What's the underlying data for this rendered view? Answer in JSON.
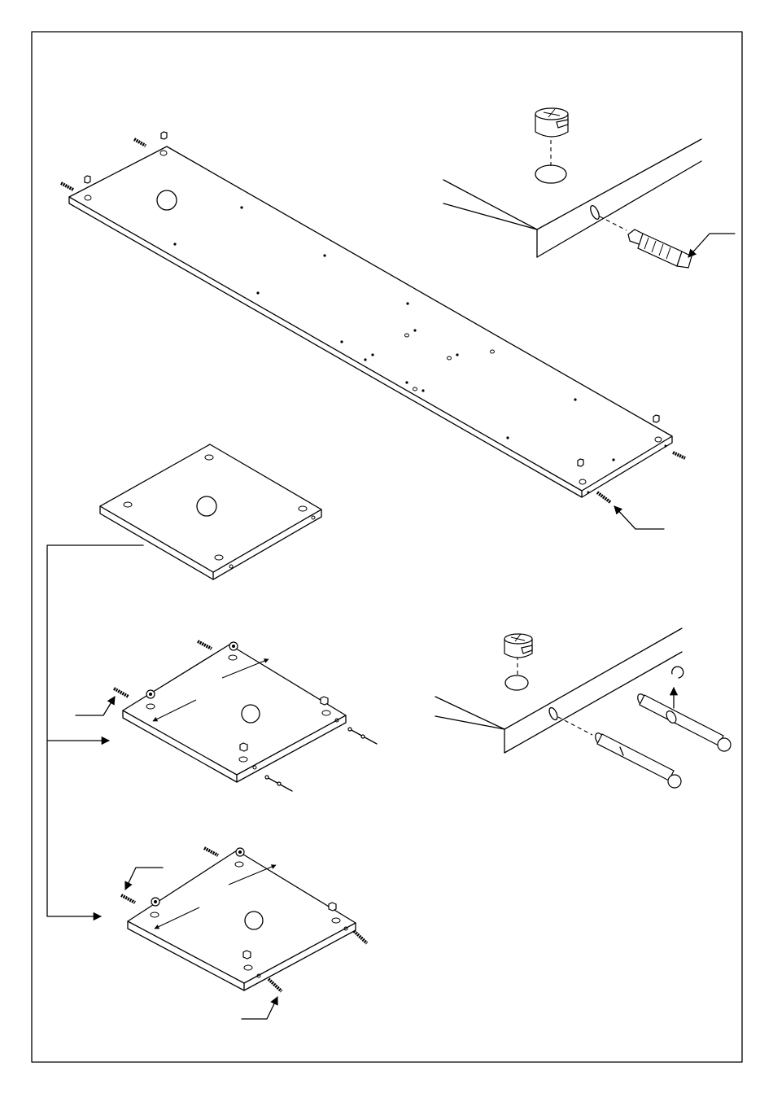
{
  "sheet": {
    "border_color": "#000000",
    "background": "#ffffff",
    "icons": [
      "long-panel",
      "square-panel",
      "cam-lock-fitting",
      "dowel",
      "connecting-bolt",
      "retaining-clip",
      "assembly-arrow"
    ]
  }
}
